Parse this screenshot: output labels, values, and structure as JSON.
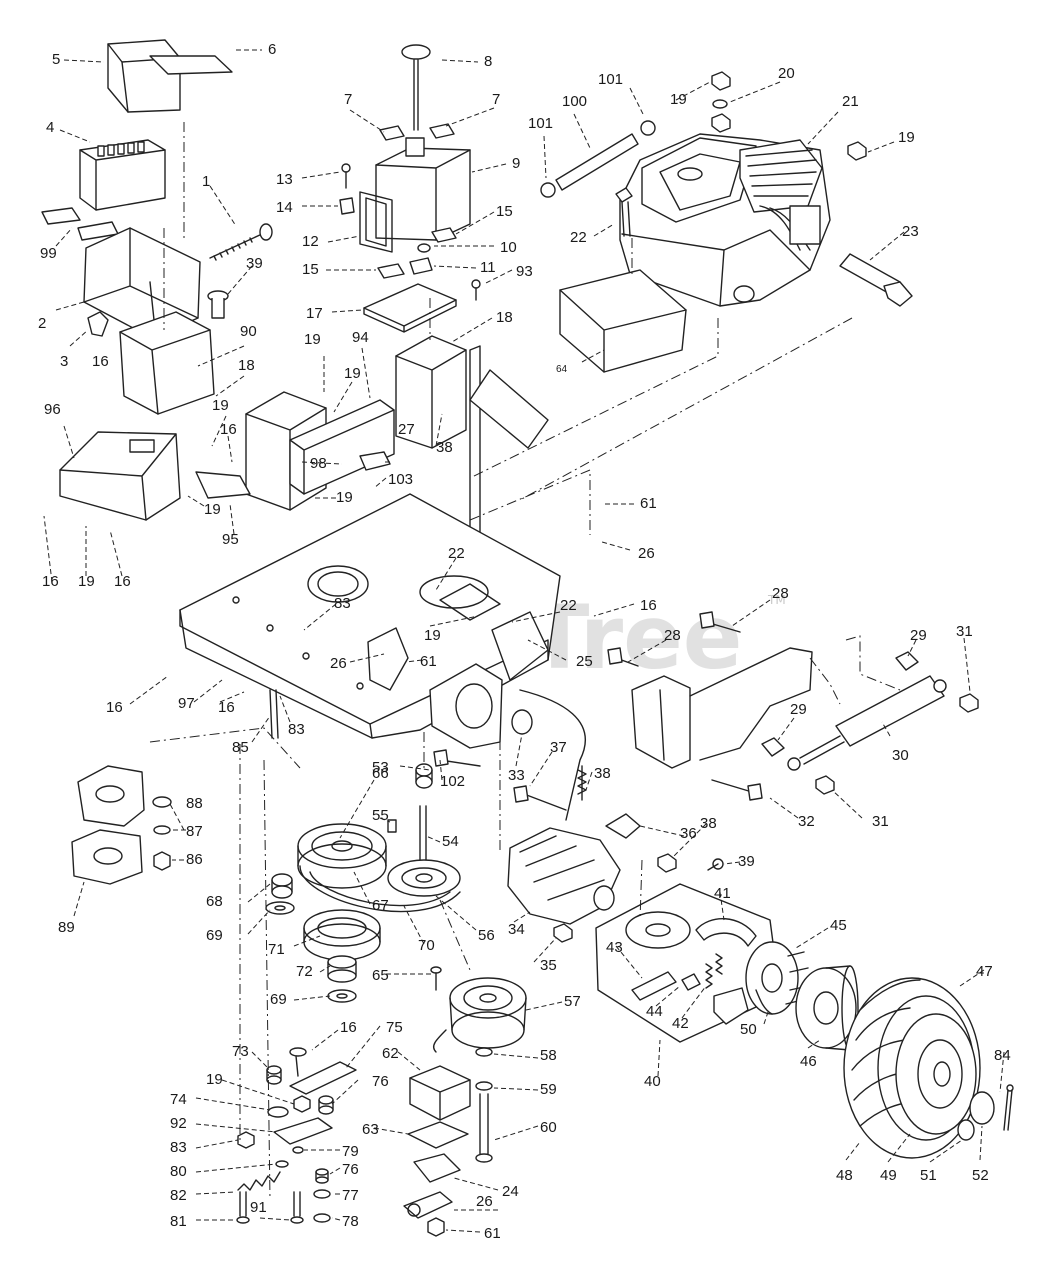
{
  "watermark": {
    "text": "PartsTree",
    "trademark": "TM"
  },
  "callouts": [
    {
      "id": "c5",
      "text": "5"
    },
    {
      "id": "c6",
      "text": "6"
    },
    {
      "id": "c8",
      "text": "8"
    },
    {
      "id": "c7a",
      "text": "7"
    },
    {
      "id": "c7b",
      "text": "7"
    },
    {
      "id": "c101a",
      "text": "101"
    },
    {
      "id": "c100",
      "text": "100"
    },
    {
      "id": "c101b",
      "text": "101"
    },
    {
      "id": "c19a",
      "text": "19"
    },
    {
      "id": "c20",
      "text": "20"
    },
    {
      "id": "c21",
      "text": "21"
    },
    {
      "id": "c19b",
      "text": "19"
    },
    {
      "id": "c4",
      "text": "4"
    },
    {
      "id": "c13",
      "text": "13"
    },
    {
      "id": "c9",
      "text": "9"
    },
    {
      "id": "c1",
      "text": "1"
    },
    {
      "id": "c14",
      "text": "14"
    },
    {
      "id": "c15a",
      "text": "15"
    },
    {
      "id": "c10",
      "text": "10"
    },
    {
      "id": "c22a",
      "text": "22"
    },
    {
      "id": "c23",
      "text": "23"
    },
    {
      "id": "c99",
      "text": "99"
    },
    {
      "id": "c12",
      "text": "12"
    },
    {
      "id": "c39a",
      "text": "39"
    },
    {
      "id": "c15b",
      "text": "15"
    },
    {
      "id": "c11",
      "text": "11"
    },
    {
      "id": "c93",
      "text": "93"
    },
    {
      "id": "c2",
      "text": "2"
    },
    {
      "id": "c17",
      "text": "17"
    },
    {
      "id": "c64",
      "text": "64"
    },
    {
      "id": "c18a",
      "text": "18"
    },
    {
      "id": "c3",
      "text": "3"
    },
    {
      "id": "c16a",
      "text": "16"
    },
    {
      "id": "c90",
      "text": "90"
    },
    {
      "id": "c19c",
      "text": "19"
    },
    {
      "id": "c94",
      "text": "94"
    },
    {
      "id": "c18b",
      "text": "18"
    },
    {
      "id": "c19d",
      "text": "19"
    },
    {
      "id": "c96",
      "text": "96"
    },
    {
      "id": "c19e",
      "text": "19"
    },
    {
      "id": "c16b",
      "text": "16"
    },
    {
      "id": "c98",
      "text": "98"
    },
    {
      "id": "c27",
      "text": "27"
    },
    {
      "id": "c38a",
      "text": "38"
    },
    {
      "id": "c19f",
      "text": "19"
    },
    {
      "id": "c103",
      "text": "103"
    },
    {
      "id": "c61a",
      "text": "61"
    },
    {
      "id": "c19g",
      "text": "19"
    },
    {
      "id": "c95",
      "text": "95"
    },
    {
      "id": "c26a",
      "text": "26"
    },
    {
      "id": "c16c",
      "text": "16"
    },
    {
      "id": "c19h",
      "text": "19"
    },
    {
      "id": "c16d",
      "text": "16"
    },
    {
      "id": "c22b",
      "text": "22"
    },
    {
      "id": "c28a",
      "text": "28"
    },
    {
      "id": "c22c",
      "text": "22"
    },
    {
      "id": "c16e",
      "text": "16"
    },
    {
      "id": "c83a",
      "text": "83"
    },
    {
      "id": "c19i",
      "text": "19"
    },
    {
      "id": "c28b",
      "text": "28"
    },
    {
      "id": "c29a",
      "text": "29"
    },
    {
      "id": "c31a",
      "text": "31"
    },
    {
      "id": "c26b",
      "text": "26"
    },
    {
      "id": "c61b",
      "text": "61"
    },
    {
      "id": "c25",
      "text": "25"
    },
    {
      "id": "c16f",
      "text": "16"
    },
    {
      "id": "c97",
      "text": "97"
    },
    {
      "id": "c16g",
      "text": "16"
    },
    {
      "id": "c83b",
      "text": "83"
    },
    {
      "id": "c29b",
      "text": "29"
    },
    {
      "id": "c30",
      "text": "30"
    },
    {
      "id": "c85",
      "text": "85"
    },
    {
      "id": "c33",
      "text": "33"
    },
    {
      "id": "c37",
      "text": "37"
    },
    {
      "id": "c38b",
      "text": "38"
    },
    {
      "id": "c66",
      "text": "66"
    },
    {
      "id": "c53",
      "text": "53"
    },
    {
      "id": "c102",
      "text": "102"
    },
    {
      "id": "c32",
      "text": "32"
    },
    {
      "id": "c31b",
      "text": "31"
    },
    {
      "id": "c88",
      "text": "88"
    },
    {
      "id": "c87",
      "text": "87"
    },
    {
      "id": "c55",
      "text": "55"
    },
    {
      "id": "c54",
      "text": "54"
    },
    {
      "id": "c36",
      "text": "36"
    },
    {
      "id": "c38c",
      "text": "38"
    },
    {
      "id": "c39b",
      "text": "39"
    },
    {
      "id": "c86",
      "text": "86"
    },
    {
      "id": "c41",
      "text": "41"
    },
    {
      "id": "c68",
      "text": "68"
    },
    {
      "id": "c67",
      "text": "67"
    },
    {
      "id": "c89",
      "text": "89"
    },
    {
      "id": "c69a",
      "text": "69"
    },
    {
      "id": "c56",
      "text": "56"
    },
    {
      "id": "c34",
      "text": "34"
    },
    {
      "id": "c45",
      "text": "45"
    },
    {
      "id": "c71",
      "text": "71"
    },
    {
      "id": "c70",
      "text": "70"
    },
    {
      "id": "c35",
      "text": "35"
    },
    {
      "id": "c43",
      "text": "43"
    },
    {
      "id": "c47",
      "text": "47"
    },
    {
      "id": "c72",
      "text": "72"
    },
    {
      "id": "c65",
      "text": "65"
    },
    {
      "id": "c69b",
      "text": "69"
    },
    {
      "id": "c57",
      "text": "57"
    },
    {
      "id": "c44",
      "text": "44"
    },
    {
      "id": "c42",
      "text": "42"
    },
    {
      "id": "c50",
      "text": "50"
    },
    {
      "id": "c16h",
      "text": "16"
    },
    {
      "id": "c75",
      "text": "75"
    },
    {
      "id": "c46",
      "text": "46"
    },
    {
      "id": "c84",
      "text": "84"
    },
    {
      "id": "c73",
      "text": "73"
    },
    {
      "id": "c62",
      "text": "62"
    },
    {
      "id": "c58",
      "text": "58"
    },
    {
      "id": "c40",
      "text": "40"
    },
    {
      "id": "c19j",
      "text": "19"
    },
    {
      "id": "c76a",
      "text": "76"
    },
    {
      "id": "c59",
      "text": "59"
    },
    {
      "id": "c74",
      "text": "74"
    },
    {
      "id": "c92",
      "text": "92"
    },
    {
      "id": "c63",
      "text": "63"
    },
    {
      "id": "c60",
      "text": "60"
    },
    {
      "id": "c83c",
      "text": "83"
    },
    {
      "id": "c79",
      "text": "79"
    },
    {
      "id": "c80",
      "text": "80"
    },
    {
      "id": "c76b",
      "text": "76"
    },
    {
      "id": "c48",
      "text": "48"
    },
    {
      "id": "c49",
      "text": "49"
    },
    {
      "id": "c51",
      "text": "51"
    },
    {
      "id": "c52",
      "text": "52"
    },
    {
      "id": "c82",
      "text": "82"
    },
    {
      "id": "c77",
      "text": "77"
    },
    {
      "id": "c24",
      "text": "24"
    },
    {
      "id": "c26c",
      "text": "26"
    },
    {
      "id": "c81",
      "text": "81"
    },
    {
      "id": "c91",
      "text": "91"
    },
    {
      "id": "c78",
      "text": "78"
    },
    {
      "id": "c61c",
      "text": "61"
    }
  ]
}
